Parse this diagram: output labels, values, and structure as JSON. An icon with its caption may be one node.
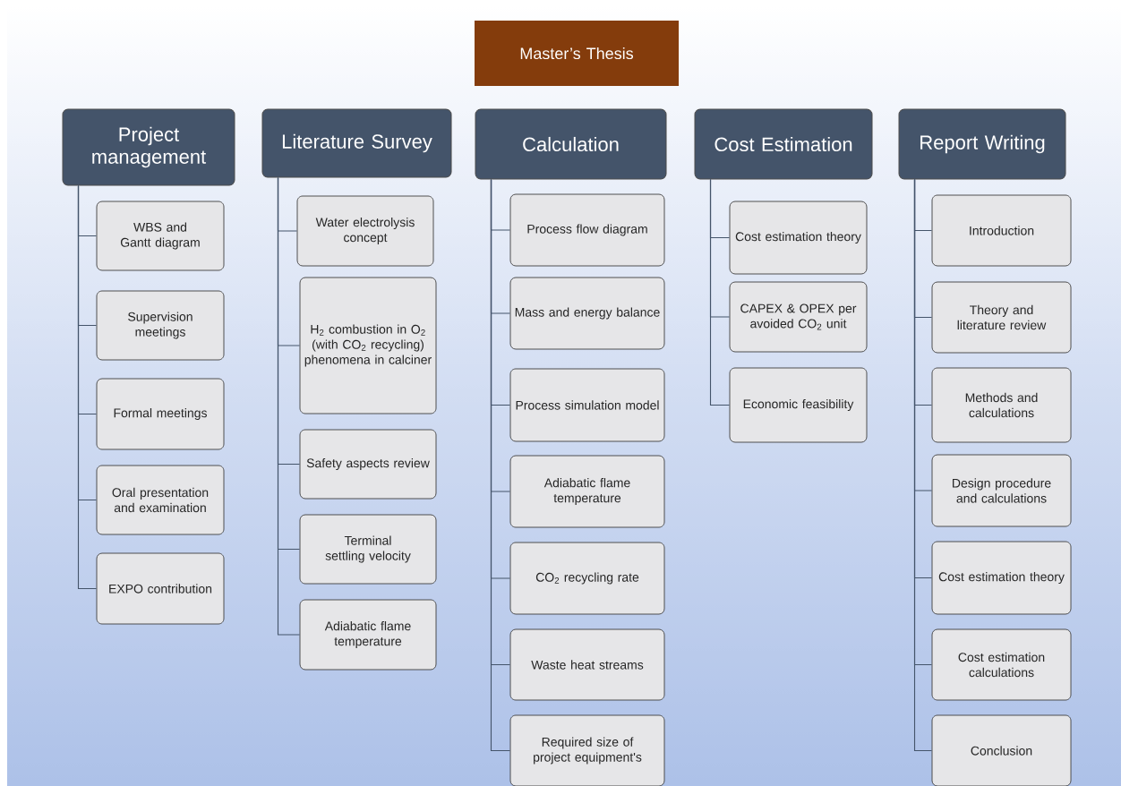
{
  "diagram": {
    "nodes": [
      {
        "text": [
          "Master’s Thesis"
        ]
      },
      {
        "text": [
          "Project management"
        ]
      },
      {
        "text": [
          "WBS and Gantt diagram"
        ]
      },
      {
        "text": [
          "Supervision meetings"
        ]
      },
      {
        "text": [
          "Formal meetings"
        ]
      },
      {
        "text": [
          "Oral presentation and examination"
        ]
      },
      {
        "text": [
          "EXPO contribution"
        ]
      },
      {
        "text": [
          "Literature Survey"
        ]
      },
      {
        "text": [
          "Water electrolysis concept"
        ]
      },
      {
        "text": [
          "H$_{2}$ combustion in O$_{2}$ (with CO$_{2}$ recycling) phenomena in calciner"
        ]
      },
      {
        "text": [
          "Safety aspects review"
        ]
      },
      {
        "text": [
          "Terminal settling velocity"
        ]
      },
      {
        "text": [
          "Adiabatic flame temperature"
        ]
      },
      {
        "text": [
          "Calculation"
        ]
      },
      {
        "text": [
          "Process flow diagram"
        ]
      },
      {
        "text": [
          "Mass and energy balance"
        ]
      },
      {
        "text": [
          "Process simulation model"
        ]
      },
      {
        "text": [
          "Adiabatic flame temperature"
        ]
      },
      {
        "text": [
          "CO$_{2}$ recycling rate"
        ]
      },
      {
        "text": [
          "Waste heat streams"
        ]
      },
      {
        "text": [
          "Required size of project equipment's"
        ]
      },
      {
        "text": [
          "Cost Estimation"
        ]
      },
      {
        "text": [
          "Cost estimation theory"
        ]
      },
      {
        "text": [
          "CAPEX & OPEX per avoided CO$_{2}$ unit"
        ]
      },
      {
        "text": [
          "Economic feasibility"
        ]
      },
      {
        "text": [
          "Report Writing"
        ]
      },
      {
        "text": [
          "Introduction"
        ]
      },
      {
        "text": [
          "Theory and literature review"
        ]
      },
      {
        "text": [
          "Methods and calculations"
        ]
      },
      {
        "text": [
          "Design procedure and calculations"
        ]
      },
      {
        "text": [
          "Cost estimation theory"
        ]
      },
      {
        "text": [
          "Cost estimation calculations"
        ]
      },
      {
        "text": [
          "Conclusion"
        ]
      }
    ],
    "edges": [
      {
        "from": 1,
        "to": 2,
        "arrow": "none"
      },
      {
        "from": 1,
        "to": 3,
        "arrow": "none"
      },
      {
        "from": 1,
        "to": 4,
        "arrow": "none"
      },
      {
        "from": 1,
        "to": 5,
        "arrow": "none"
      },
      {
        "from": 1,
        "to": 6,
        "arrow": "none"
      },
      {
        "from": 7,
        "to": 8,
        "arrow": "none"
      },
      {
        "from": 7,
        "to": 9,
        "arrow": "none"
      },
      {
        "from": 7,
        "to": 10,
        "arrow": "none"
      },
      {
        "from": 7,
        "to": 11,
        "arrow": "none"
      },
      {
        "from": 7,
        "to": 12,
        "arrow": "none"
      },
      {
        "from": 13,
        "to": 14,
        "arrow": "none"
      },
      {
        "from": 13,
        "to": 15,
        "arrow": "none"
      },
      {
        "from": 13,
        "to": 16,
        "arrow": "none"
      },
      {
        "from": 13,
        "to": 17,
        "arrow": "none"
      },
      {
        "from": 13,
        "to": 18,
        "arrow": "none"
      },
      {
        "from": 13,
        "to": 19,
        "arrow": "none"
      },
      {
        "from": 13,
        "to": 20,
        "arrow": "none"
      },
      {
        "from": 21,
        "to": 22,
        "arrow": "none"
      },
      {
        "from": 21,
        "to": 23,
        "arrow": "none"
      },
      {
        "from": 21,
        "to": 24,
        "arrow": "none"
      },
      {
        "from": 25,
        "to": 26,
        "arrow": "none"
      },
      {
        "from": 25,
        "to": 27,
        "arrow": "none"
      },
      {
        "from": 25,
        "to": 28,
        "arrow": "none"
      },
      {
        "from": 25,
        "to": 29,
        "arrow": "none"
      },
      {
        "from": 25,
        "to": 30,
        "arrow": "none"
      },
      {
        "from": 25,
        "to": 31,
        "arrow": "none"
      },
      {
        "from": 25,
        "to": 32,
        "arrow": "none"
      }
    ]
  }
}
